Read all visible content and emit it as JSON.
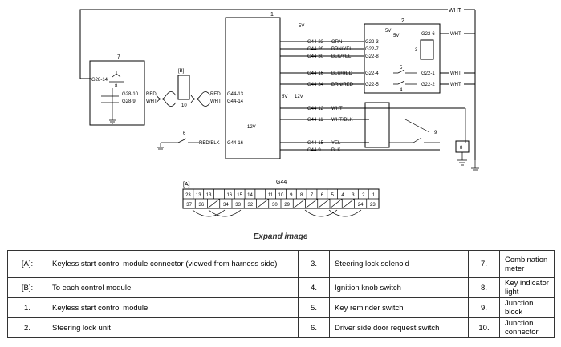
{
  "diagram": {
    "top_wire": "WHT",
    "module1_id": "1",
    "module2_id": "2",
    "module7_id": "7",
    "ref_5v_a": "5V",
    "ref_5v_b": "5V",
    "ref_5v_c": "5V",
    "ref_5v_d": "5V",
    "ref_12v_a": "12V",
    "ref_12v_b": "12V",
    "mod1_pins": [
      {
        "pin": "G44-23",
        "wire": "ORN",
        "dest": "G22-3"
      },
      {
        "pin": "G44-29",
        "wire": "BRN/YEL",
        "dest": "G22-7"
      },
      {
        "pin": "G44-30",
        "wire": "BLK/YEL",
        "dest": "G22-8"
      },
      {
        "pin": "G44-16",
        "wire": "BLU/RED",
        "dest": "G22-4"
      },
      {
        "pin": "G44-34",
        "wire": "BRN/RED",
        "dest": "G22-5"
      },
      {
        "pin": "G44-12",
        "wire": "WHT",
        "dest": ""
      },
      {
        "pin": "G44-11",
        "wire": "WHT/BLK",
        "dest": ""
      },
      {
        "pin": "G44-15",
        "wire": "YEL",
        "dest": ""
      },
      {
        "pin": "G44-9",
        "wire": "BLK",
        "dest": ""
      }
    ],
    "left_pins": [
      {
        "pin": "G44-13",
        "wire": "RED"
      },
      {
        "pin": "G44-14",
        "wire": "WHT"
      },
      {
        "pin": "G44-16",
        "wire": "RED/BLK"
      }
    ],
    "mod2_pins": [
      "G22-6",
      "G22-1",
      "G22-2"
    ],
    "mod2_wires": [
      "WHT",
      "WHT",
      "WHT"
    ],
    "mod7_pins": [
      "G28-14",
      "G28-10",
      "G28-9"
    ],
    "mod7_wires": [
      "RED",
      "WHT"
    ],
    "label_b": "[B]",
    "num_10": "10",
    "num_6": "6",
    "num_3": "3",
    "num_4": "4",
    "num_5": "5",
    "num_9": "9",
    "num_8": "8"
  },
  "connector": {
    "ref": "[A]",
    "name": "G44",
    "top_row": [
      "23",
      "13",
      "13",
      "",
      "16",
      "15",
      "14",
      "",
      "11",
      "10",
      "9",
      "8",
      "7",
      "6",
      "5",
      "4",
      "3",
      "2",
      "1"
    ],
    "bottom_row": [
      "37",
      "36",
      "",
      "34",
      "33",
      "32",
      "",
      "30",
      "29",
      "",
      "",
      "",
      "",
      "",
      "24",
      "23"
    ]
  },
  "expand_label": "Expand image",
  "legend": [
    [
      {
        "k": "[A]:",
        "v": "Keyless start control module connector (viewed from harness side)"
      },
      {
        "k": "3.",
        "v": "Steering lock solenoid"
      },
      {
        "k": "7.",
        "v": "Combination meter"
      }
    ],
    [
      {
        "k": "[B]:",
        "v": "To each control module"
      },
      {
        "k": "4.",
        "v": "Ignition knob switch"
      },
      {
        "k": "8.",
        "v": "Key indicator light"
      }
    ],
    [
      {
        "k": "1.",
        "v": "Keyless start control module"
      },
      {
        "k": "5.",
        "v": "Key reminder switch"
      },
      {
        "k": "9.",
        "v": "Junction block"
      }
    ],
    [
      {
        "k": "2.",
        "v": "Steering lock unit"
      },
      {
        "k": "6.",
        "v": "Driver side door request switch"
      },
      {
        "k": "10.",
        "v": "Junction connector"
      }
    ]
  ]
}
